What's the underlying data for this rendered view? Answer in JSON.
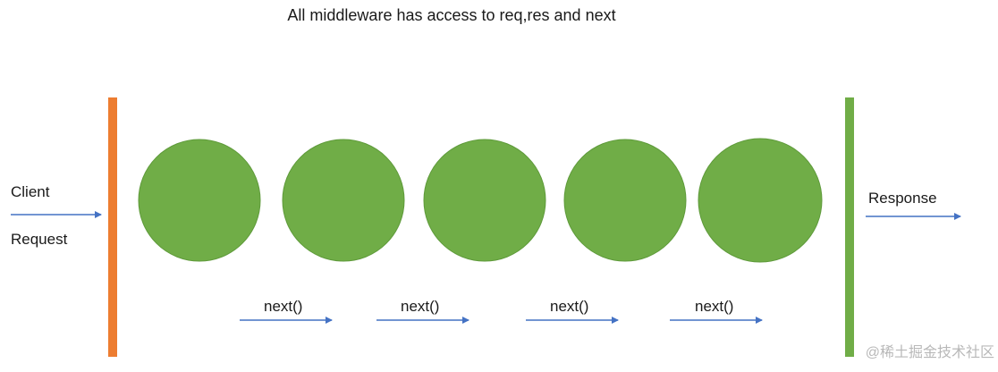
{
  "title": "All middleware has access to req,res and next",
  "labels": {
    "client": "Client",
    "request": "Request",
    "response": "Response"
  },
  "next_labels": [
    "next()",
    "next()",
    "next()",
    "next()"
  ],
  "watermark": "@稀土掘金技术社区",
  "colors": {
    "request_bar": "#ed7d31",
    "response_bar": "#70ad47",
    "middleware": "#70ad47",
    "middleware_outline": "#5e9a3a",
    "arrow": "#4472c4"
  },
  "middleware_count": 5
}
